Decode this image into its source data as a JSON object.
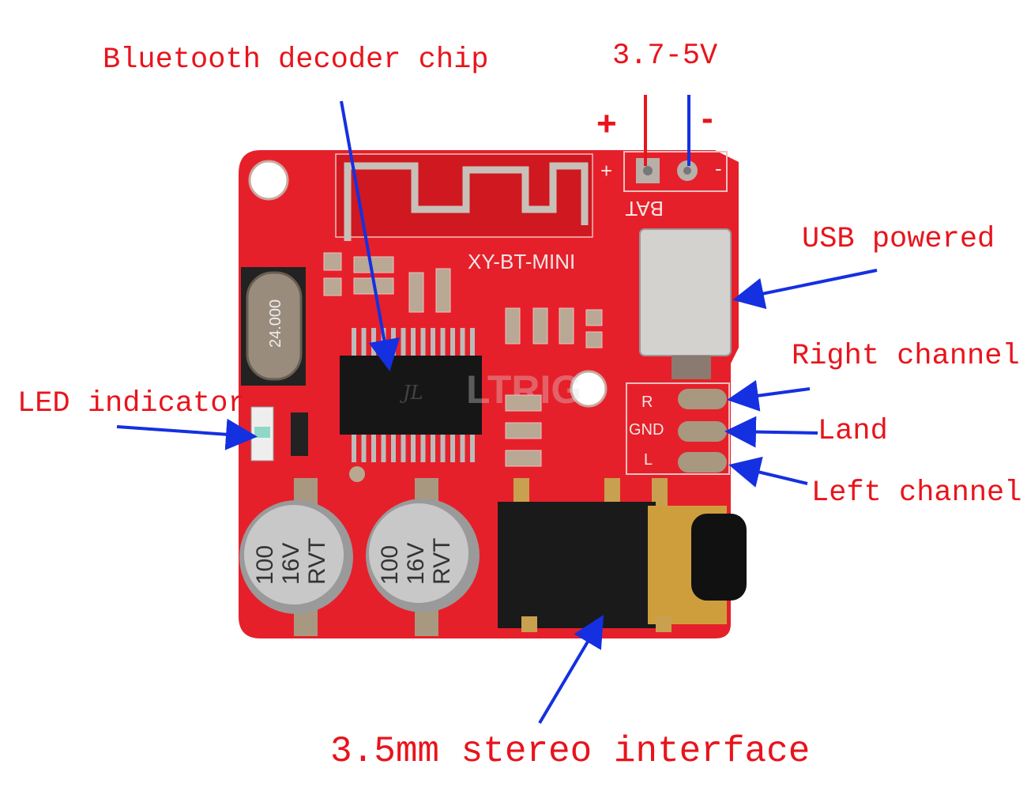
{
  "labels": {
    "chip": "Bluetooth decoder chip",
    "voltage": "3.7-5V",
    "plus": "+",
    "minus": "-",
    "usb": "USB powered",
    "right": "Right channel",
    "land": "Land",
    "left": "Left channel",
    "led": "LED indicator",
    "jack": "3.5mm stereo interface"
  },
  "board": {
    "model": "XY-BT-MINI",
    "bat": "BAT",
    "pin_r": "R",
    "pin_gnd": "GND",
    "pin_l": "L",
    "crystal": "24.000",
    "cap_text": [
      "100",
      "16V",
      "RVT"
    ],
    "chip_logo": "JL",
    "watermark": "LTRIG"
  },
  "colors": {
    "board": "#e6202a",
    "label": "#e8141c",
    "arrow": "#1530e0"
  }
}
